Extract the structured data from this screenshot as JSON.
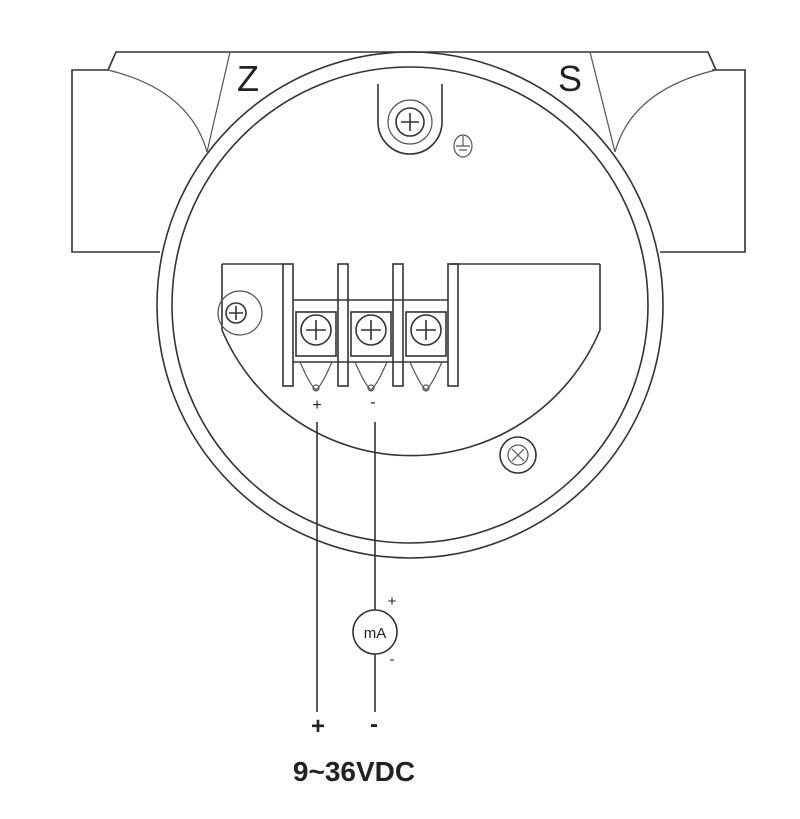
{
  "housing": {
    "left_label": "Z",
    "right_label": "S"
  },
  "terminals": {
    "plus_label": "+",
    "minus_label": "-"
  },
  "meter": {
    "label": "mA",
    "plus_label": "+",
    "minus_label": "-"
  },
  "supply": {
    "plus_label": "+",
    "minus_label": "-",
    "voltage_label": "9~36VDC"
  },
  "colors": {
    "line": "#333333",
    "background": "#ffffff"
  }
}
